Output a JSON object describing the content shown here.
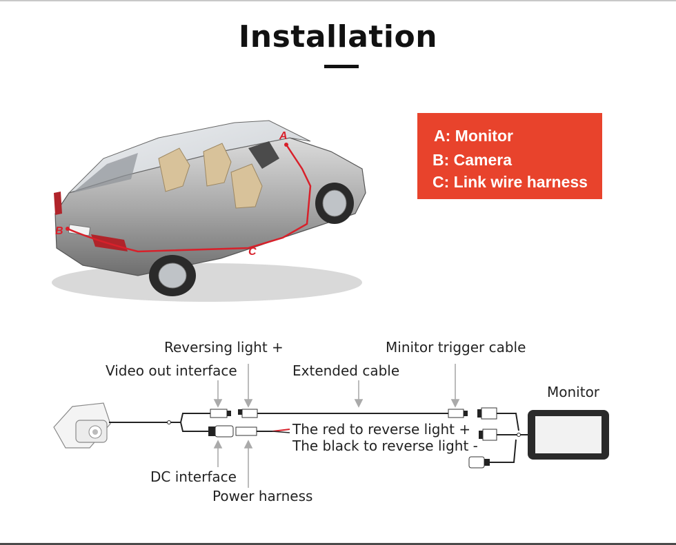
{
  "title": "Installation",
  "legend": {
    "items": [
      "A: Monitor",
      "B: Camera",
      "C: Link wire harness"
    ],
    "background": "#e8432c"
  },
  "car": {
    "point_a": "A",
    "point_b": "B",
    "point_c": "C",
    "wire_color": "#d8202a"
  },
  "wiring": {
    "labels": {
      "reversing_light": "Reversing light +",
      "video_out": "Video out interface",
      "extended_cable": "Extended cable",
      "monitor_trigger": "Minitor trigger cable",
      "monitor": "Monitor",
      "red_reverse": "The red to reverse light +",
      "black_reverse": "The black to reverse light -",
      "dc_interface": "DC interface",
      "power_harness": "Power harness"
    }
  }
}
